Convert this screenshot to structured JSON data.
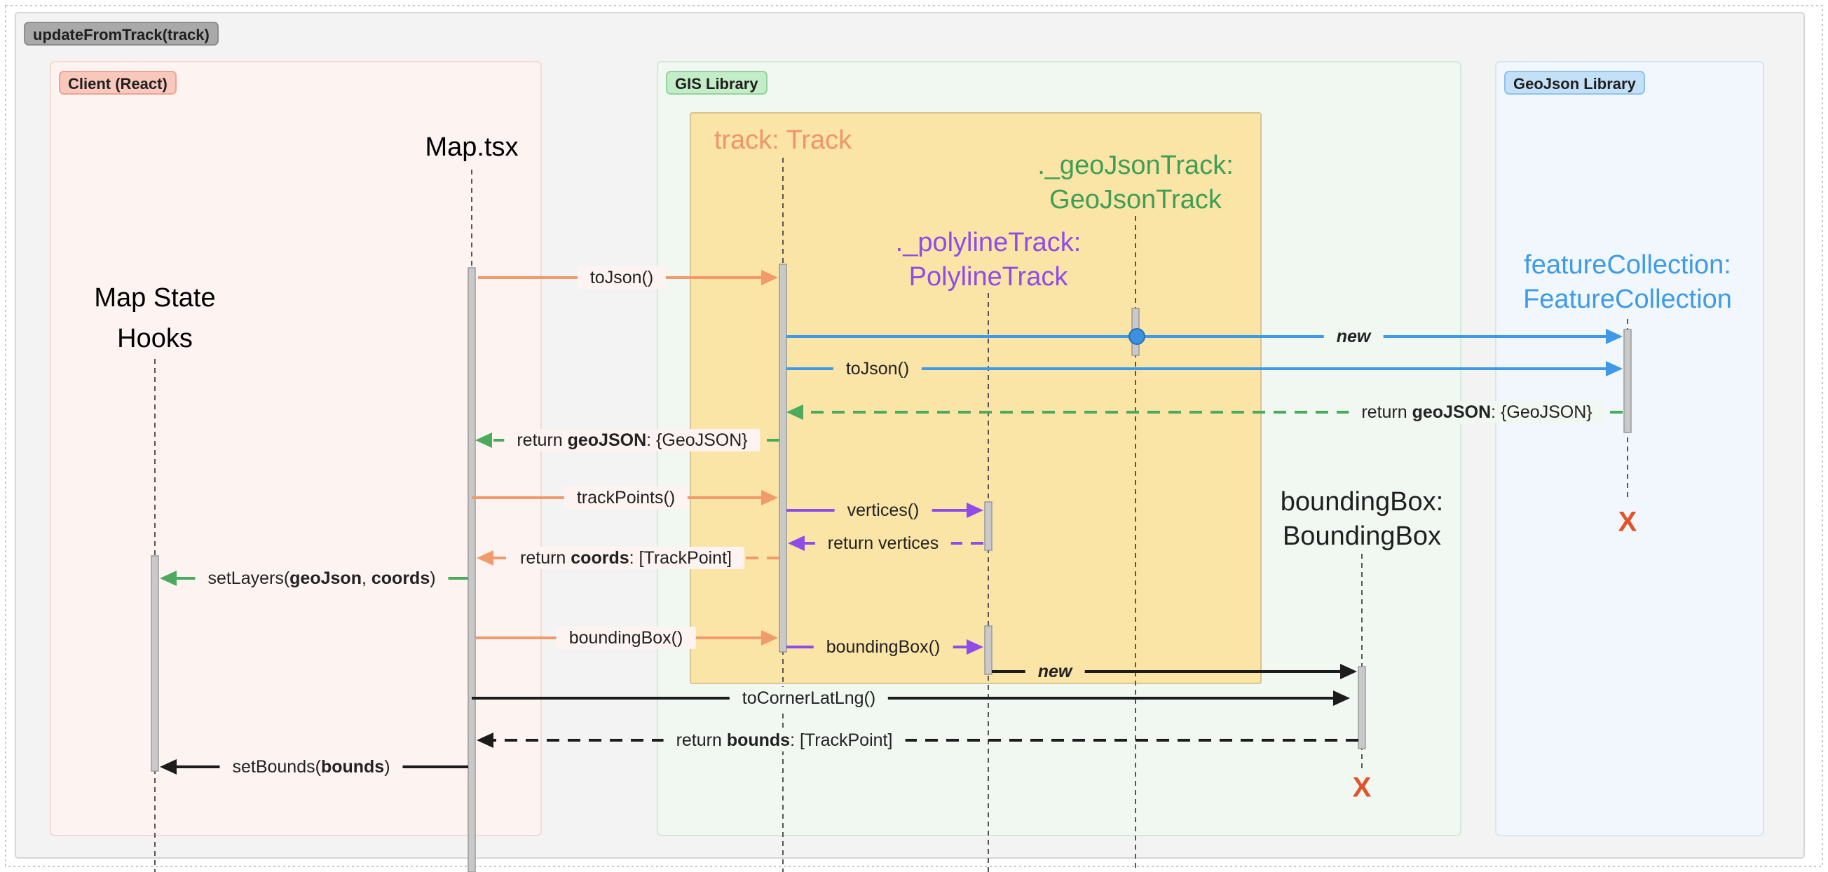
{
  "frame": {
    "title": "updateFromTrack(track)"
  },
  "groups": [
    {
      "id": "client",
      "label": "Client (React)"
    },
    {
      "id": "gis",
      "label": "GIS Library"
    },
    {
      "id": "geojson",
      "label": "GeoJson Library"
    }
  ],
  "participants": [
    {
      "id": "hooks",
      "lines": [
        "Map State",
        "Hooks"
      ],
      "color": "#2b2b2b"
    },
    {
      "id": "map",
      "lines": [
        "Map.tsx"
      ],
      "color": "#2b2b2b"
    },
    {
      "id": "track",
      "lines": [
        "track: Track"
      ],
      "color": "#f0946a"
    },
    {
      "id": "polyline",
      "lines": [
        "._polylineTrack:",
        "PolylineTrack"
      ],
      "color": "#8e4ce8"
    },
    {
      "id": "geojsontrack",
      "lines": [
        "._geoJsonTrack:",
        "GeoJsonTrack"
      ],
      "color": "#3f9e56"
    },
    {
      "id": "featurecollection",
      "lines": [
        "featureCollection:",
        "FeatureCollection"
      ],
      "color": "#3d9be9"
    },
    {
      "id": "boundingbox",
      "lines": [
        "boundingBox:",
        "BoundingBox"
      ],
      "color": "#1f1f1f"
    }
  ],
  "messages": [
    {
      "id": "m1",
      "parts": [
        {
          "t": "toJson()"
        }
      ]
    },
    {
      "id": "m2",
      "parts": [
        {
          "t": "new",
          "s": "bi"
        }
      ]
    },
    {
      "id": "m3",
      "parts": [
        {
          "t": "toJson()"
        }
      ]
    },
    {
      "id": "m4",
      "parts": [
        {
          "t": "return "
        },
        {
          "t": "geoJSON",
          "s": "b"
        },
        {
          "t": ": {GeoJSON}"
        }
      ]
    },
    {
      "id": "m5",
      "parts": [
        {
          "t": "return "
        },
        {
          "t": "geoJSON",
          "s": "b"
        },
        {
          "t": ": {GeoJSON}"
        }
      ]
    },
    {
      "id": "m6",
      "parts": [
        {
          "t": "trackPoints()"
        }
      ]
    },
    {
      "id": "m7",
      "parts": [
        {
          "t": "vertices()"
        }
      ]
    },
    {
      "id": "m8",
      "parts": [
        {
          "t": "return vertices"
        }
      ]
    },
    {
      "id": "m9",
      "parts": [
        {
          "t": "return "
        },
        {
          "t": "coords",
          "s": "b"
        },
        {
          "t": ": [TrackPoint]"
        }
      ]
    },
    {
      "id": "m10",
      "parts": [
        {
          "t": "setLayers("
        },
        {
          "t": "geoJson",
          "s": "b"
        },
        {
          "t": ", "
        },
        {
          "t": "coords",
          "s": "b"
        },
        {
          "t": ")"
        }
      ]
    },
    {
      "id": "m11",
      "parts": [
        {
          "t": "boundingBox()"
        }
      ]
    },
    {
      "id": "m12",
      "parts": [
        {
          "t": "boundingBox()"
        }
      ]
    },
    {
      "id": "m13",
      "parts": [
        {
          "t": "new",
          "s": "bi"
        }
      ]
    },
    {
      "id": "m14",
      "parts": [
        {
          "t": "toCornerLatLng()"
        }
      ]
    },
    {
      "id": "m15",
      "parts": [
        {
          "t": "return "
        },
        {
          "t": "bounds",
          "s": "b"
        },
        {
          "t": ": [TrackPoint]"
        }
      ]
    },
    {
      "id": "m16",
      "parts": [
        {
          "t": "setBounds("
        },
        {
          "t": "bounds",
          "s": "b"
        },
        {
          "t": ")"
        }
      ]
    }
  ],
  "destroy_marker": "X",
  "colors": {
    "orange": "#f19a6c",
    "blue": "#3e9ae8",
    "green": "#4caa5c",
    "purple": "#8d4ce8",
    "black": "#1c1c1c",
    "destroy": "#e2532c"
  }
}
